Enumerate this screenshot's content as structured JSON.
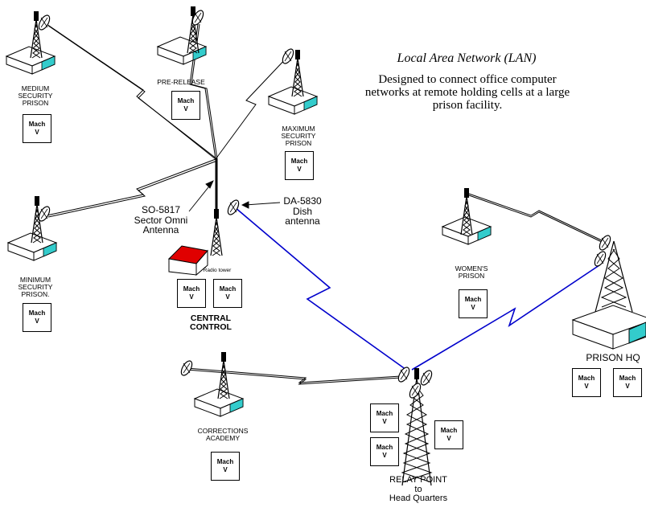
{
  "title": {
    "text": "Local Area Network",
    "abbr": "LAN"
  },
  "description": "Designed to connect office computer networks at remote holding cells at a large prison facility.",
  "sites": {
    "medium": "MEDIUM\nSECURITY\nPRISON",
    "prerelease": "PRE-RELEASE",
    "maximum": "MAXIMUM\nSECURITY\nPRISON",
    "minimum": "MINIMUM\nSECURITY\nPRISON.",
    "womens": "WOMEN'S\nPRISON",
    "prisonhq": "PRISON HQ",
    "academy": "CORRECTIONS\nACADEMY",
    "relay": "RELAY POINT\nto\nHead Quarters",
    "central": "CENTRAL\nCONTROL"
  },
  "annotations": {
    "so5817": "SO-5817\nSector Omni\nAntenna",
    "da5830": "DA-5830\nDish\nantenna",
    "radio_tower": "Radio tower"
  },
  "device_label": "Mach\nV",
  "colors": {
    "backbone": "#0000cc",
    "link": "#000000",
    "house_roof": "#e00000",
    "device_stripe": "#33cccc"
  }
}
